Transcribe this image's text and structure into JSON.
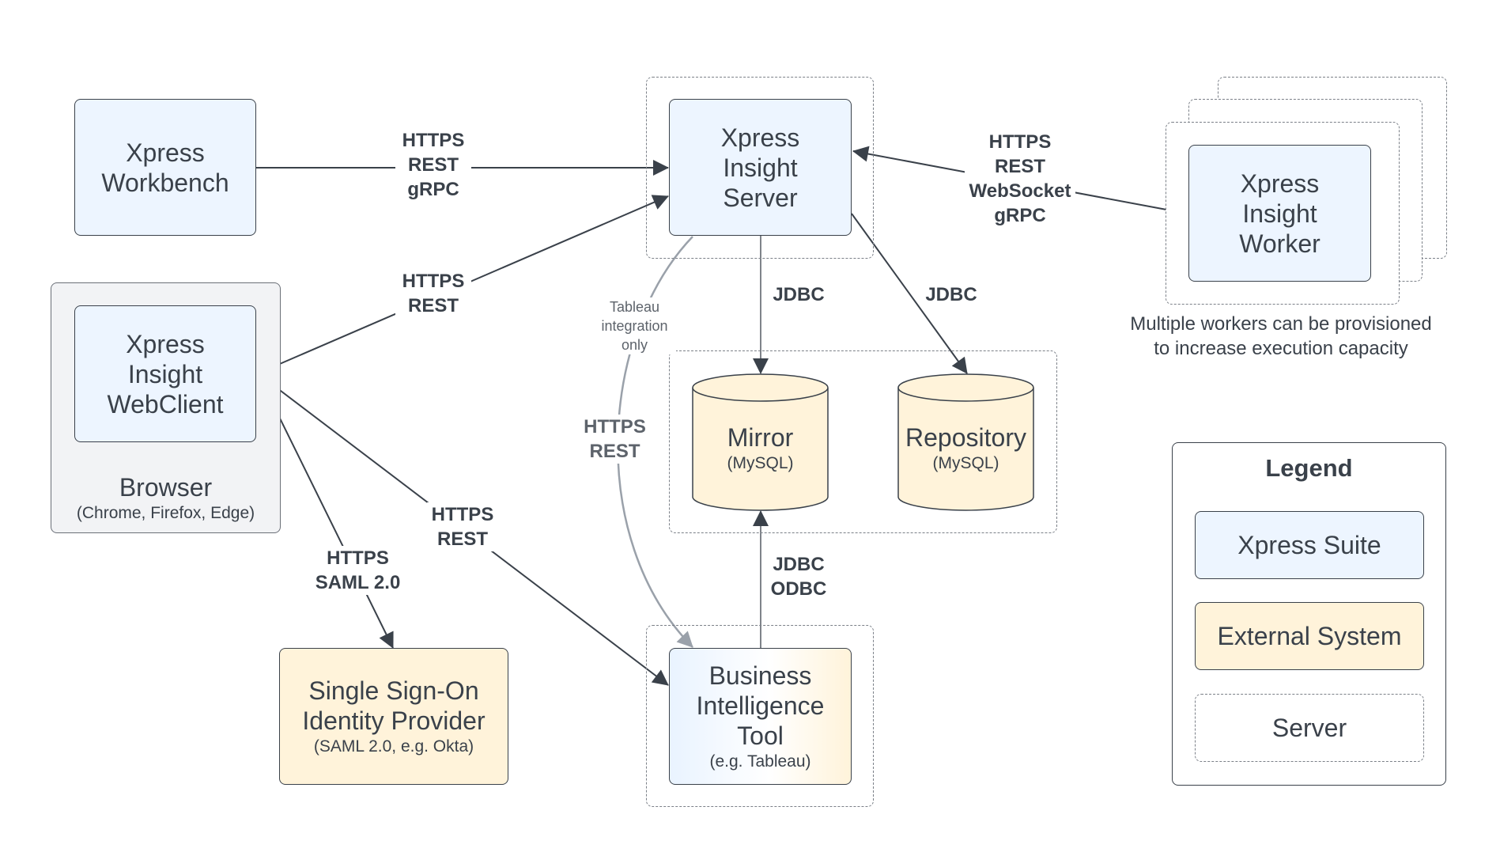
{
  "colors": {
    "suite_fill": "#edf5ff",
    "external_fill": "#fff3da",
    "stroke": "#3a414a",
    "tableau_link": "#9aa1aa"
  },
  "nodes": {
    "workbench": {
      "title": "Xpress\nWorkbench"
    },
    "insight_server": {
      "title": "Xpress\nInsight\nServer"
    },
    "insight_worker": {
      "title": "Xpress\nInsight\nWorker",
      "caption": "Multiple workers can be provisioned\nto increase execution capacity"
    },
    "webclient": {
      "title": "Xpress\nInsight\nWebClient"
    },
    "browser": {
      "title": "Browser",
      "subtitle": "(Chrome, Firefox, Edge)"
    },
    "mirror": {
      "title": "Mirror",
      "subtitle": "(MySQL)"
    },
    "repository": {
      "title": "Repository",
      "subtitle": "(MySQL)"
    },
    "bi_tool": {
      "title": "Business\nIntelligence\nTool",
      "subtitle": "(e.g. Tableau)"
    },
    "sso": {
      "title": "Single Sign-On\nIdentity Provider",
      "subtitle": "(SAML 2.0, e.g. Okta)"
    }
  },
  "edges": {
    "workbench_server": "HTTPS\nREST\ngRPC",
    "webclient_server": "HTTPS\nREST",
    "server_worker": "HTTPS\nREST\nWebSocket\ngRPC",
    "server_mirror": "JDBC",
    "server_repository": "JDBC",
    "webclient_bi": "HTTPS\nREST",
    "webclient_sso": "HTTPS\nSAML 2.0",
    "bi_mirror": "JDBC\nODBC",
    "bi_server": "HTTPS\nREST",
    "bi_server_note": "Tableau\nintegration\nonly"
  },
  "legend": {
    "title": "Legend",
    "items": [
      {
        "label": "Xpress Suite",
        "kind": "suite"
      },
      {
        "label": "External System",
        "kind": "external"
      },
      {
        "label": "Server",
        "kind": "server"
      }
    ]
  }
}
